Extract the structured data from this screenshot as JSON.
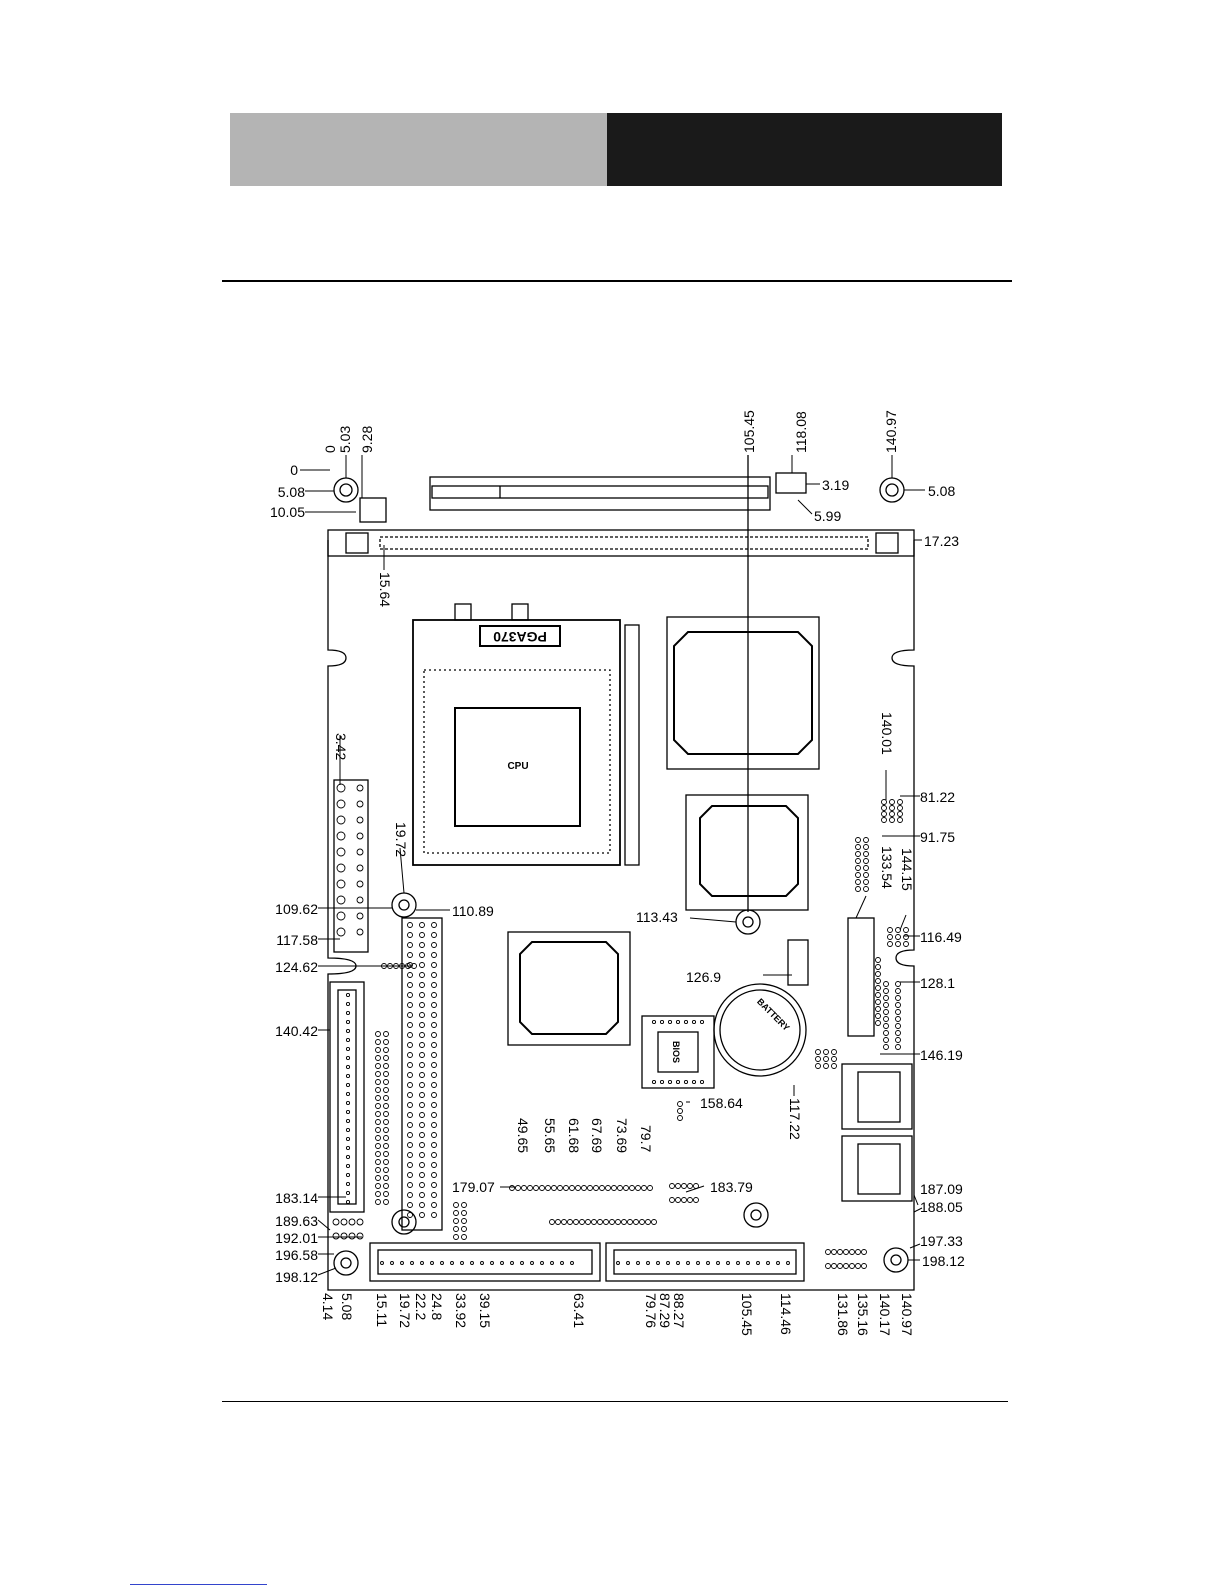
{
  "header": {
    "left_color": "#b4b4b4",
    "right_color": "#1a1a1a"
  },
  "board": {
    "silkscreen": {
      "socket": "PGA370",
      "cpu": "CPU",
      "bios": "BIOS",
      "battery": "BATTERY"
    },
    "dimensions_top": [
      "0",
      "5.03",
      "9.28",
      "105.45",
      "118.08",
      "140.97"
    ],
    "dimensions_left": [
      "0",
      "5.08",
      "10.05",
      "109.62",
      "117.58",
      "124.62",
      "140.42",
      "183.14",
      "189.63",
      "192.01",
      "196.58",
      "198.12"
    ],
    "dimensions_right": [
      "3.19",
      "5.99",
      "5.08",
      "17.23",
      "81.22",
      "91.75",
      "116.49",
      "128.1",
      "146.19",
      "187.09",
      "188.05",
      "197.33",
      "198.12"
    ],
    "dimensions_vertical_inner": [
      "15.64",
      "3.42",
      "19.72",
      "140.01",
      "133.54",
      "144.15",
      "117.22",
      "49.65",
      "55.65",
      "61.68",
      "67.69",
      "73.69",
      "79.7"
    ],
    "dimensions_inner": [
      "110.89",
      "113.43",
      "126.9",
      "158.64",
      "179.07",
      "183.79"
    ],
    "dimensions_bottom": [
      "4.14",
      "5.08",
      "15.11",
      "19.72",
      "22.2",
      "24.8",
      "33.92",
      "39.15",
      "63.41",
      "79.76",
      "87.29",
      "88.27",
      "105.45",
      "114.46",
      "131.86",
      "135.16",
      "140.17",
      "140.97"
    ]
  }
}
